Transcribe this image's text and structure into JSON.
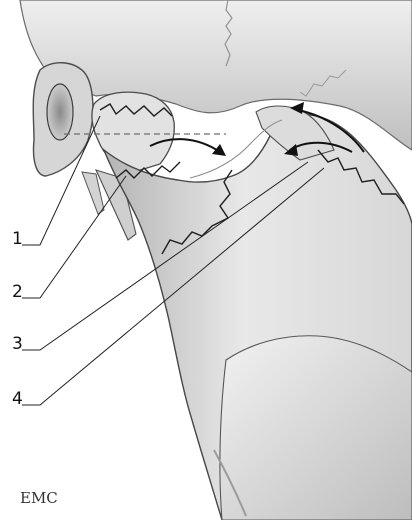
{
  "figure": {
    "labels": [
      "1",
      "2",
      "3",
      "4"
    ],
    "logo": "EMC",
    "colors": {
      "background": "#ffffff",
      "bone_light": "#e6e6e6",
      "bone_mid": "#bdbdbd",
      "bone_dark": "#7f7f7f",
      "line": "#222222"
    },
    "icons": {
      "curved_arrow": "curved-arrow-icon",
      "fracture_line": "zigzag-fracture-line"
    }
  }
}
